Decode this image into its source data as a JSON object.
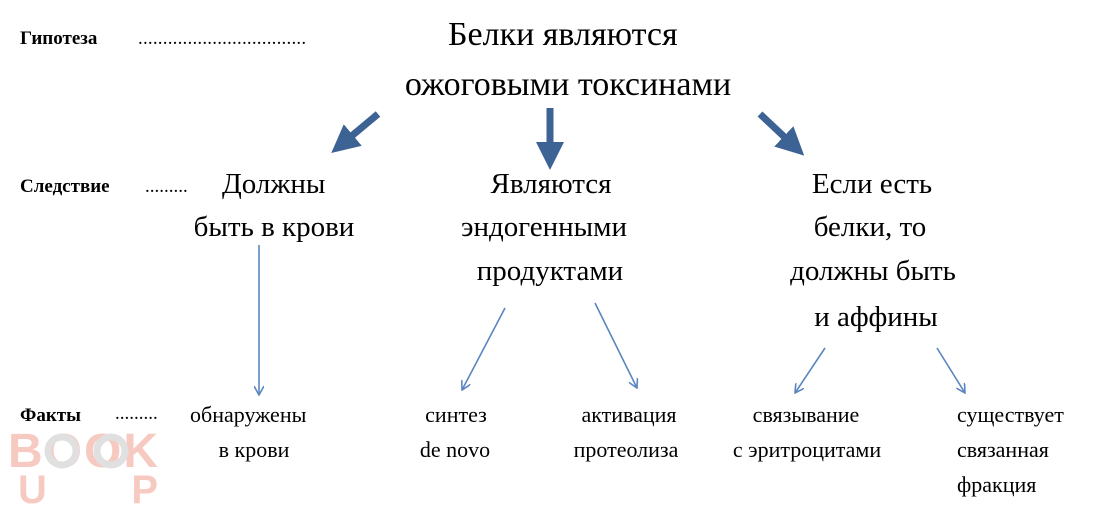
{
  "hypothesis": {
    "label": "Гипотеза",
    "dots": "..................................",
    "line1": "Белки являются",
    "line2": "ожоговыми токсинами"
  },
  "consequence": {
    "label": "Следствие",
    "dots": ".........",
    "items": [
      {
        "line1": "Должны",
        "line2": "быть в крови"
      },
      {
        "line1": "Являются",
        "line2": "эндогенными",
        "line3": "продуктами"
      },
      {
        "line1": "Если есть",
        "line2": "белки, то",
        "line3": "должны быть",
        "line4": "и аффины"
      }
    ]
  },
  "facts": {
    "label": "Факты",
    "dots": ".........",
    "items": [
      {
        "line1": "обнаружены",
        "line2": "в крови"
      },
      {
        "line1": "синтез",
        "line2": "de novo"
      },
      {
        "line1": "активация",
        "line2": "протеолиза"
      },
      {
        "line1": "связывание",
        "line2": "с эритроцитами"
      },
      {
        "line1": "существует",
        "line2": "связанная",
        "line3": "фракция"
      }
    ]
  },
  "watermark": {
    "text1": "BOOK",
    "text2": "UP"
  },
  "colors": {
    "thick_arrow": "#3d6294",
    "thin_arrow": "#5a86c0",
    "watermark": "#f0a090"
  }
}
